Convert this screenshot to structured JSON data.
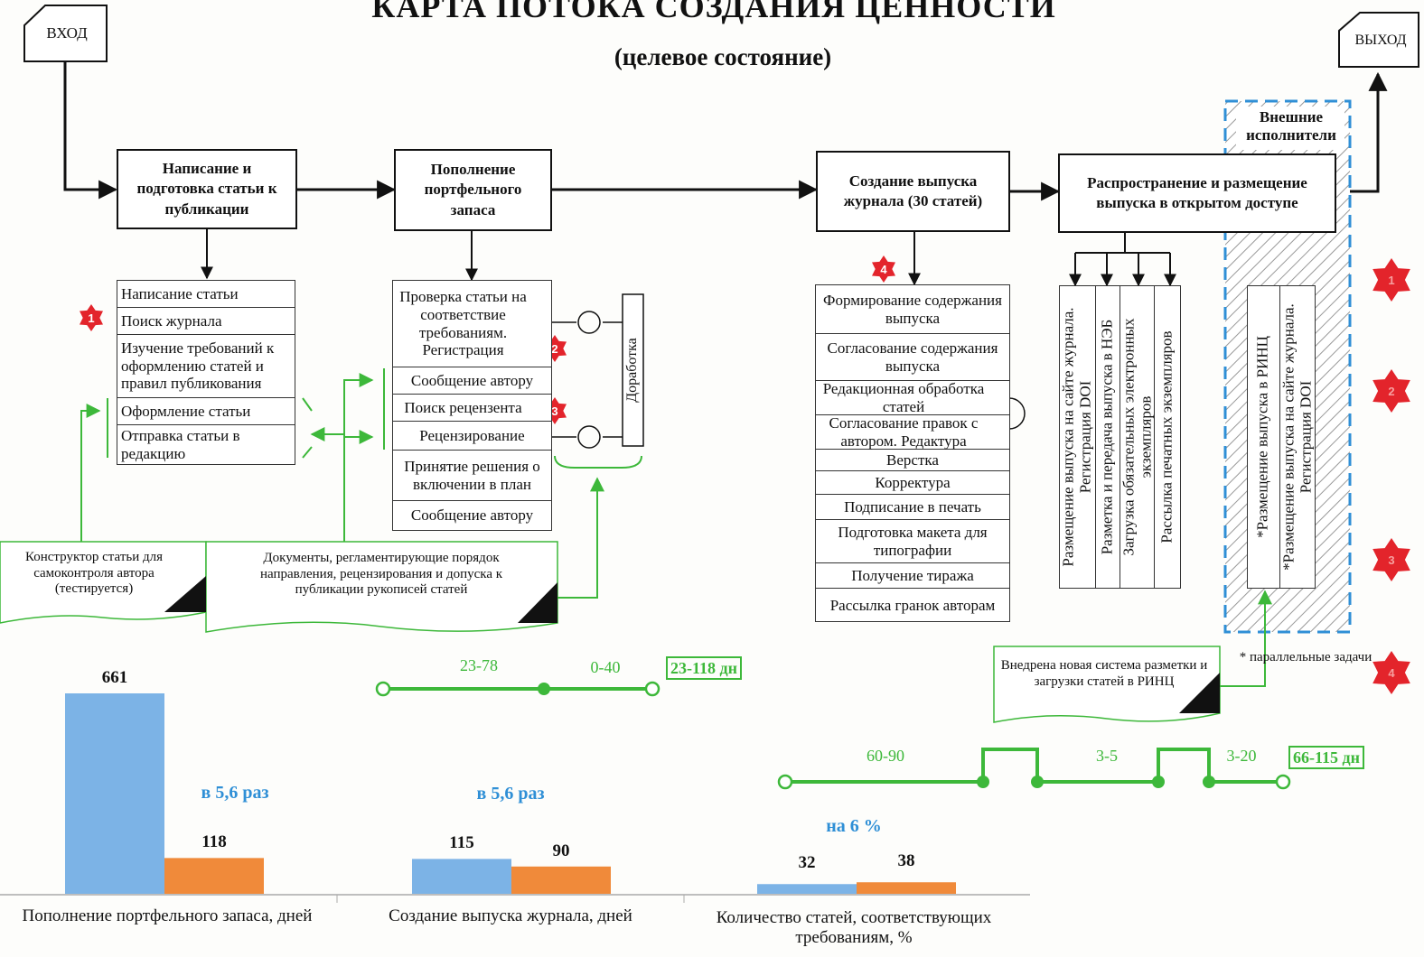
{
  "title": "КАРТА ПОТОКА СОЗДАНИЯ ЦЕННОСТИ",
  "subtitle": "(целевое состояние)",
  "entry": "ВХОД",
  "exit": "ВЫХОД",
  "external_group": "Внешние исполнители",
  "processes": [
    "Написание и подготовка статьи к публикации",
    "Пополнение портфельного запаса",
    "Создание выпуска журнала (30 статей)",
    "Распространение и размещение выпуска в открытом доступе"
  ],
  "list1": [
    "Написание статьи",
    "Поиск журнала",
    "Изучение требований к оформлению статей и правил публикования",
    "Оформление статьи",
    "Отправка статьи в редакцию"
  ],
  "list2": [
    "Проверка статьи на соответствие требованиям. Регистрация",
    "Сообщение автору",
    "Поиск рецензента",
    "Рецензирование",
    "Принятие решения о включении в план",
    "Сообщение автору"
  ],
  "rework_label": "Доработка",
  "list3": [
    "Формирование содержания выпуска",
    "Согласование содержания выпуска",
    "Редакционная обработка статей",
    "Согласование правок с автором. Редактура",
    "Верстка",
    "Корректура",
    "Подписание в печать",
    "Подготовка макета для типографии",
    "Получение тиража",
    "Рассылка гранок авторам"
  ],
  "list4": [
    "Размещение выпуска на сайте журнала. Регистрация DOI",
    "Разметка и передача выпуска в НЭБ",
    "Загрузка обязательных электронных экземпляров",
    "Рассылка печатных экземпляров"
  ],
  "list5": [
    "*Размещение выпуска в РИНЦ",
    "*Размещение выпуска на сайте журнала. Регистрация DOI"
  ],
  "documents": [
    "Конструктор статьи для самоконтроля автора (тестируется)",
    "Документы, регламентирующие порядок направления, рецензирования и допуска к публикации рукописей статей",
    "Внедрена новая система разметки и загрузки статей в РИНЦ"
  ],
  "parallel_note": "* параллельные задачи",
  "kaizen_markers": [
    "1",
    "2",
    "3",
    "4"
  ],
  "timeline1": {
    "segments": [
      "23-78",
      "0-40"
    ],
    "total": "23-118 дн"
  },
  "timeline2": {
    "segments": [
      "60-90",
      "3-5",
      "3-20"
    ],
    "total": "66-115 дн"
  },
  "chart_data": [
    {
      "type": "bar",
      "categories": [
        "Пополнение портфельного запаса, дней"
      ],
      "series": [
        {
          "values": [
            661
          ]
        },
        {
          "values": [
            118
          ]
        }
      ],
      "annotation": "в 5,6 раз"
    },
    {
      "type": "bar",
      "categories": [
        "Создание выпуска журнала, дней"
      ],
      "series": [
        {
          "values": [
            115
          ]
        },
        {
          "values": [
            90
          ]
        }
      ],
      "annotation": "в 5,6 раз"
    },
    {
      "type": "bar",
      "categories": [
        "Количество статей, соответствующих требованиям, %"
      ],
      "series": [
        {
          "values": [
            32
          ]
        },
        {
          "values": [
            38
          ]
        }
      ],
      "annotation": "на 6 %"
    }
  ],
  "colors": {
    "before": "#7cb3e6",
    "after": "#f08a3a",
    "timeline": "#3db83a",
    "marker": "#e3242b",
    "annotation": "#2f8fd6",
    "hatch": "#2f8fd6"
  }
}
